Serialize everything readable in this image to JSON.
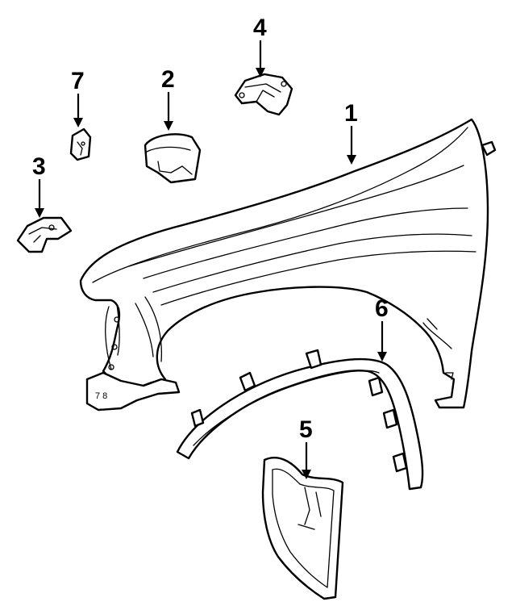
{
  "diagram": {
    "type": "parts-exploded-view",
    "line_color": "#000000",
    "background": "#ffffff",
    "callouts": [
      {
        "id": "1",
        "label": "1"
      },
      {
        "id": "2",
        "label": "2"
      },
      {
        "id": "3",
        "label": "3"
      },
      {
        "id": "4",
        "label": "4"
      },
      {
        "id": "5",
        "label": "5"
      },
      {
        "id": "6",
        "label": "6"
      },
      {
        "id": "7",
        "label": "7"
      }
    ],
    "fender_stamp": "7 8"
  }
}
